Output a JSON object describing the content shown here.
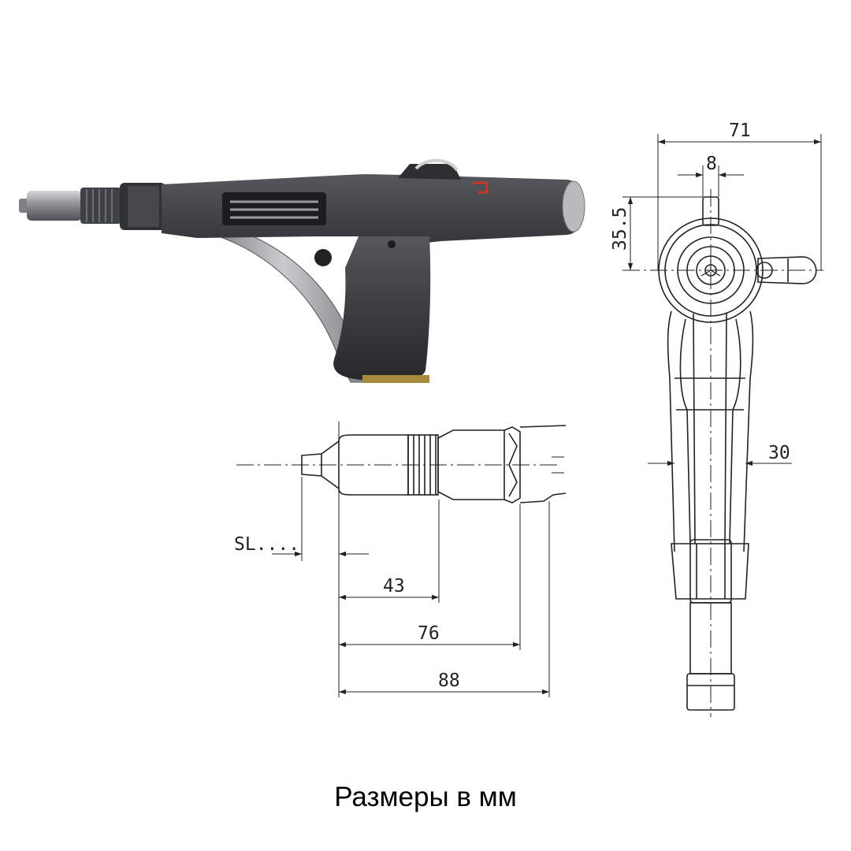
{
  "caption": "Размеры в мм",
  "dimensions": {
    "d71": "71",
    "d8": "8",
    "d35_5": "35.5",
    "d30": "30",
    "sl": "SL....",
    "d43": "43",
    "d76": "76",
    "d88": "88"
  },
  "colors": {
    "tool_body": "#3b3d40",
    "metal": "#8a8d90",
    "line": "#222222",
    "accent": "#c0392b"
  }
}
